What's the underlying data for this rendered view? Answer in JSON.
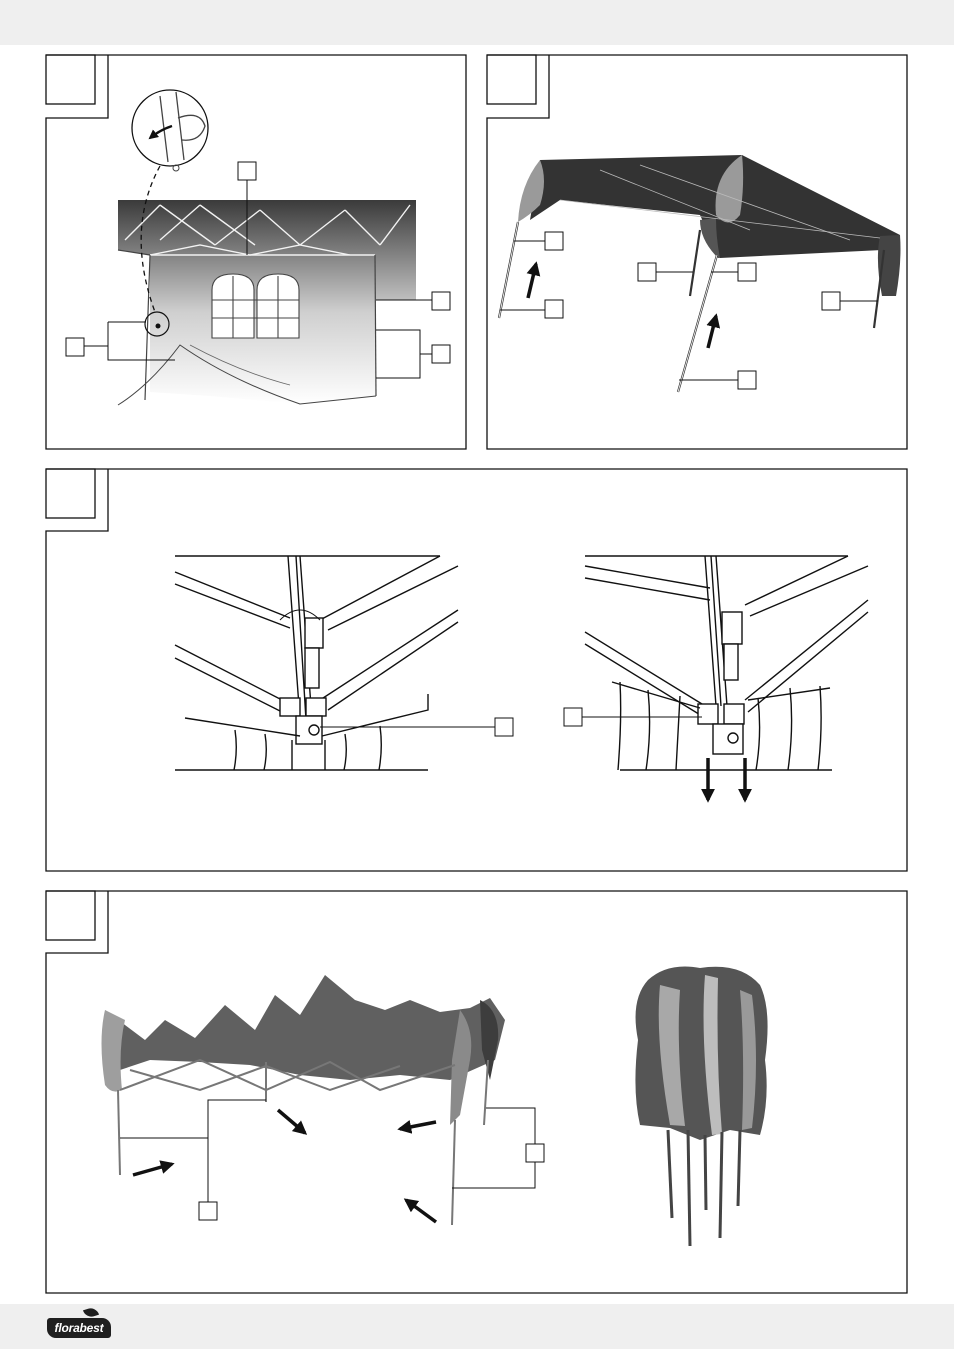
{
  "brand": {
    "logo_text": "florabest",
    "colors": {
      "band": "#efefef",
      "ink": "#1f1f1f",
      "canopy_dark": "#3a3a3a",
      "canopy_mid": "#6e6e6e"
    }
  },
  "panels": [
    {
      "id": "panel-a",
      "step_number": ""
    },
    {
      "id": "panel-b",
      "step_number": ""
    },
    {
      "id": "panel-c",
      "step_number": ""
    },
    {
      "id": "panel-d",
      "step_number": ""
    }
  ],
  "callout_labels": [
    "",
    "",
    "",
    "",
    "",
    "",
    "",
    "",
    "",
    "",
    "",
    "",
    "",
    "",
    "",
    "",
    ""
  ],
  "icons": [
    "curved-arrow-icon",
    "arrow-up-icon",
    "arrow-down-icon",
    "arrow-inward-icon"
  ]
}
